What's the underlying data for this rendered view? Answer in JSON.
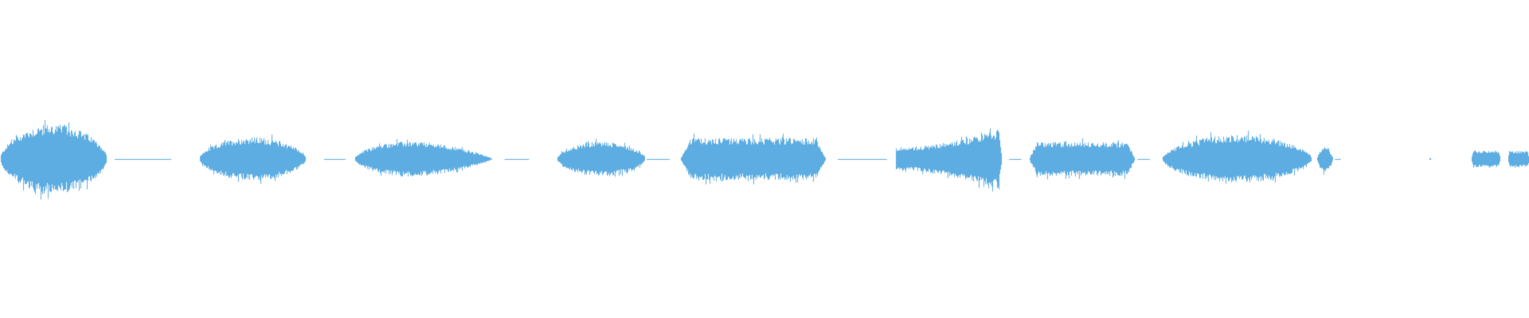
{
  "waveform": {
    "color": "#5dade2",
    "background": "#ffffff",
    "baseline_level": 0.0,
    "segments": [
      {
        "start": 0.0,
        "end": 0.07,
        "peak": 0.8,
        "shape": "rounded"
      },
      {
        "start": 0.13,
        "end": 0.2,
        "peak": 0.5,
        "shape": "rounded"
      },
      {
        "start": 0.232,
        "end": 0.322,
        "peak": 0.4,
        "shape": "left-taper"
      },
      {
        "start": 0.364,
        "end": 0.422,
        "peak": 0.4,
        "shape": "rounded"
      },
      {
        "start": 0.445,
        "end": 0.54,
        "peak": 0.52,
        "shape": "flat"
      },
      {
        "start": 0.586,
        "end": 0.655,
        "peak": 0.7,
        "shape": "right-peak"
      },
      {
        "start": 0.673,
        "end": 0.742,
        "peak": 0.42,
        "shape": "flat"
      },
      {
        "start": 0.76,
        "end": 0.858,
        "peak": 0.55,
        "shape": "rounded"
      },
      {
        "start": 0.861,
        "end": 0.872,
        "peak": 0.3,
        "shape": "blip"
      },
      {
        "start": 0.962,
        "end": 0.981,
        "peak": 0.2,
        "shape": "flat"
      },
      {
        "start": 0.986,
        "end": 1.0,
        "peak": 0.2,
        "shape": "flat"
      }
    ],
    "baseline_segments": [
      [
        0.075,
        0.112
      ],
      [
        0.212,
        0.226
      ],
      [
        0.33,
        0.346
      ],
      [
        0.423,
        0.438
      ],
      [
        0.548,
        0.58
      ],
      [
        0.66,
        0.668
      ],
      [
        0.744,
        0.752
      ],
      [
        0.873,
        0.877
      ]
    ],
    "dots": [
      0.935
    ]
  }
}
